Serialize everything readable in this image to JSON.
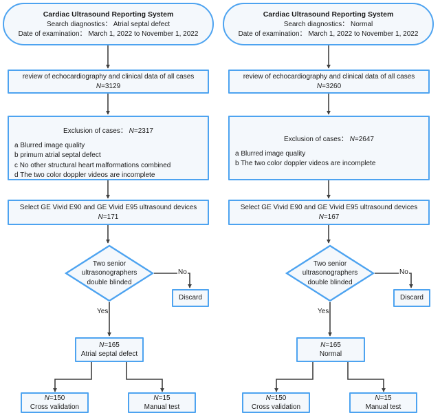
{
  "diagram": {
    "type": "flowchart",
    "title": "Cardiac Ultrasound Reporting System case selection flowchart",
    "colors": {
      "node_border": "#4da3f0",
      "node_fill": "#f4f8fc",
      "edge": "#3f3f3f",
      "text": "#1a1a1a"
    },
    "columns": [
      {
        "id": "left",
        "header": {
          "title": "Cardiac Ultrasound Reporting System",
          "line2_label": "Search diagnostics：",
          "line2_value": "Atrial septal defect",
          "line3_label": "Date of examination：",
          "line3_value": "March 1, 2022 to November 1, 2022"
        },
        "review": {
          "text": "review of echocardiography and clinical data of all cases",
          "n_label": "N",
          "n_value": "=3129"
        },
        "exclusion": {
          "heading": "Exclusion of cases：",
          "n_label": "N",
          "n_value": "=2317",
          "items": [
            "a Blurred image quality",
            "b primum atrial septal defect",
            "c No other structural heart malformations combined",
            "d The two color doppler videos are incomplete"
          ]
        },
        "devices": {
          "text": "Select GE Vivid E90 and GE Vivid E95 ultrasound devices",
          "n_label": "N",
          "n_value": "=171"
        },
        "decision": {
          "line1": "Two senior",
          "line2": "ultrasonographers",
          "line3": "double blinded",
          "yes_label": "Yes",
          "no_label": "No"
        },
        "discard": {
          "label": "Discard"
        },
        "result": {
          "n_label": "N",
          "n_value": "=165",
          "text": "Atrial septal defect"
        },
        "splits": [
          {
            "n_label": "N",
            "n_value": "=150",
            "text": "Cross validation"
          },
          {
            "n_label": "N",
            "n_value": "=15",
            "text": "Manual test"
          }
        ]
      },
      {
        "id": "right",
        "header": {
          "title": "Cardiac Ultrasound Reporting System",
          "line2_label": "Search diagnostics：",
          "line2_value": "Normal",
          "line3_label": "Date of examination：",
          "line3_value": "March 1, 2022 to November 1, 2022"
        },
        "review": {
          "text": "review of echocardiography and clinical data of all cases",
          "n_label": "N",
          "n_value": "=3260"
        },
        "exclusion": {
          "heading": "Exclusion of cases：",
          "n_label": "N",
          "n_value": "=2647",
          "items": [
            "a Blurred image quality",
            "b The two color doppler videos are incomplete"
          ]
        },
        "devices": {
          "text": "Select GE Vivid E90 and GE Vivid E95 ultrasound devices",
          "n_label": "N",
          "n_value": "=167"
        },
        "decision": {
          "line1": "Two senior",
          "line2": "ultrasonographers",
          "line3": "double blinded",
          "yes_label": "Yes",
          "no_label": "No"
        },
        "discard": {
          "label": "Discard"
        },
        "result": {
          "n_label": "N",
          "n_value": "=165",
          "text": "Normal"
        },
        "splits": [
          {
            "n_label": "N",
            "n_value": "=150",
            "text": "Cross validation"
          },
          {
            "n_label": "N",
            "n_value": "=15",
            "text": "Manual test"
          }
        ]
      }
    ]
  }
}
